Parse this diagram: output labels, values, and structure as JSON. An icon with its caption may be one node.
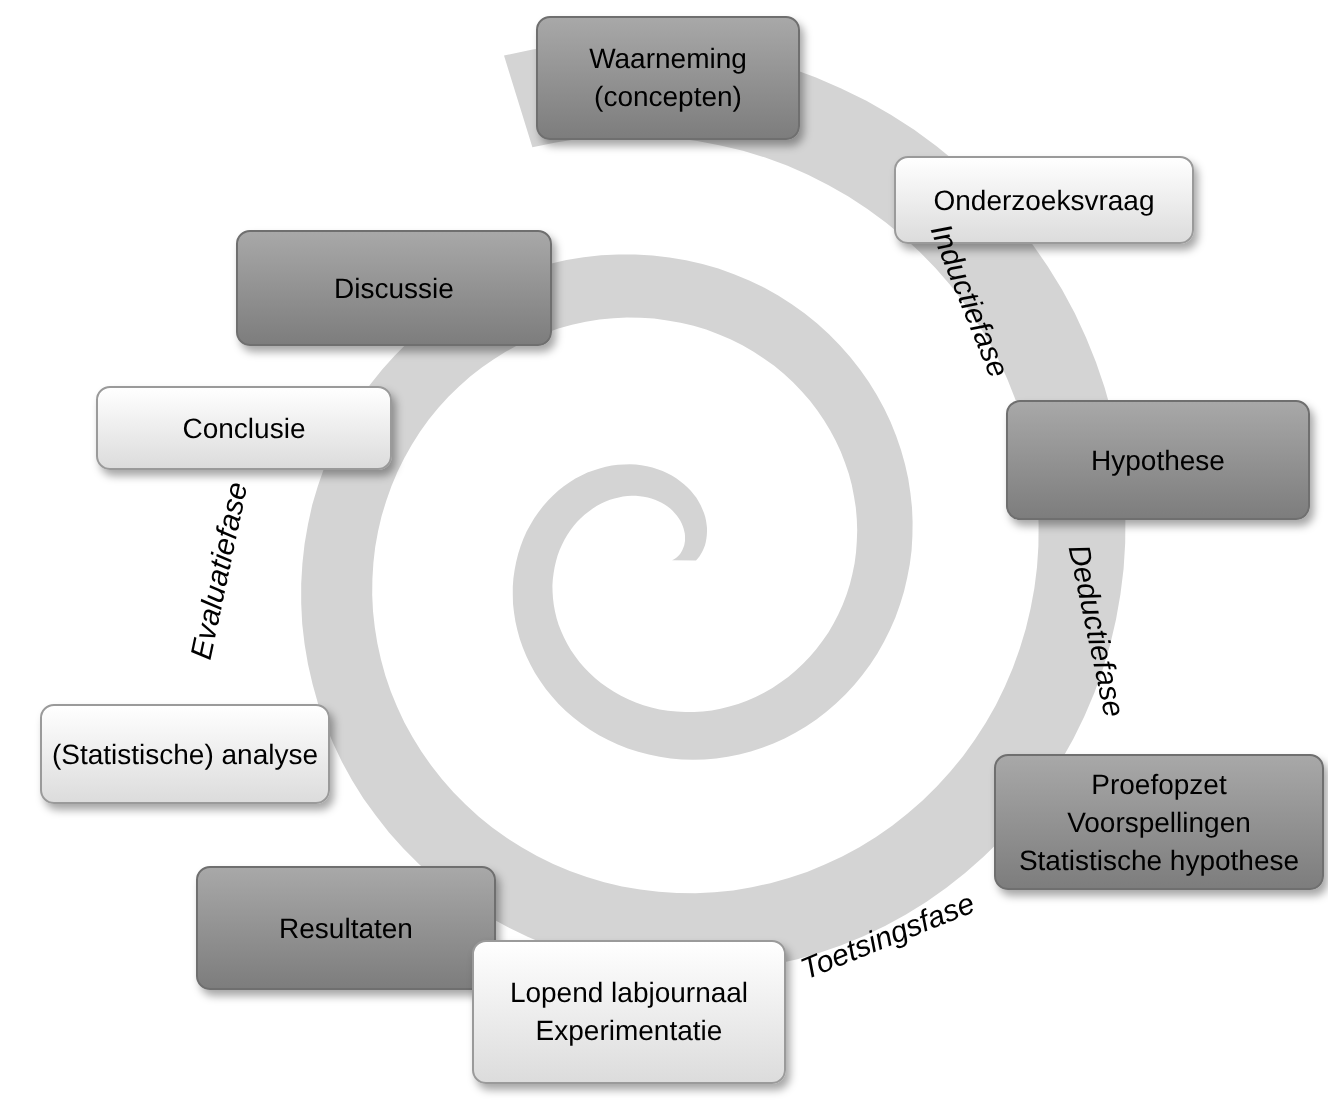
{
  "diagram": {
    "nodes": [
      {
        "text": [
          "Waarneming (concepten)"
        ]
      },
      {
        "text": [
          "Onderzoeksvraag"
        ]
      },
      {
        "text": [
          "Discussie"
        ]
      },
      {
        "text": [
          "Conclusie"
        ]
      },
      {
        "text": [
          "Hypothese"
        ]
      },
      {
        "text": [
          "(Statistische) analyse"
        ]
      },
      {
        "text": [
          "Proefopzet",
          "Voorspellingen",
          "Statistische hypothese"
        ]
      },
      {
        "text": [
          "Resultaten"
        ]
      },
      {
        "text": [
          "Lopend labjournaal",
          "Experimentatie"
        ]
      }
    ],
    "edges": [],
    "labels": [
      "Inductiefase",
      "Evaluatiefase",
      "Deductiefase",
      "Toetsingsfase"
    ]
  }
}
